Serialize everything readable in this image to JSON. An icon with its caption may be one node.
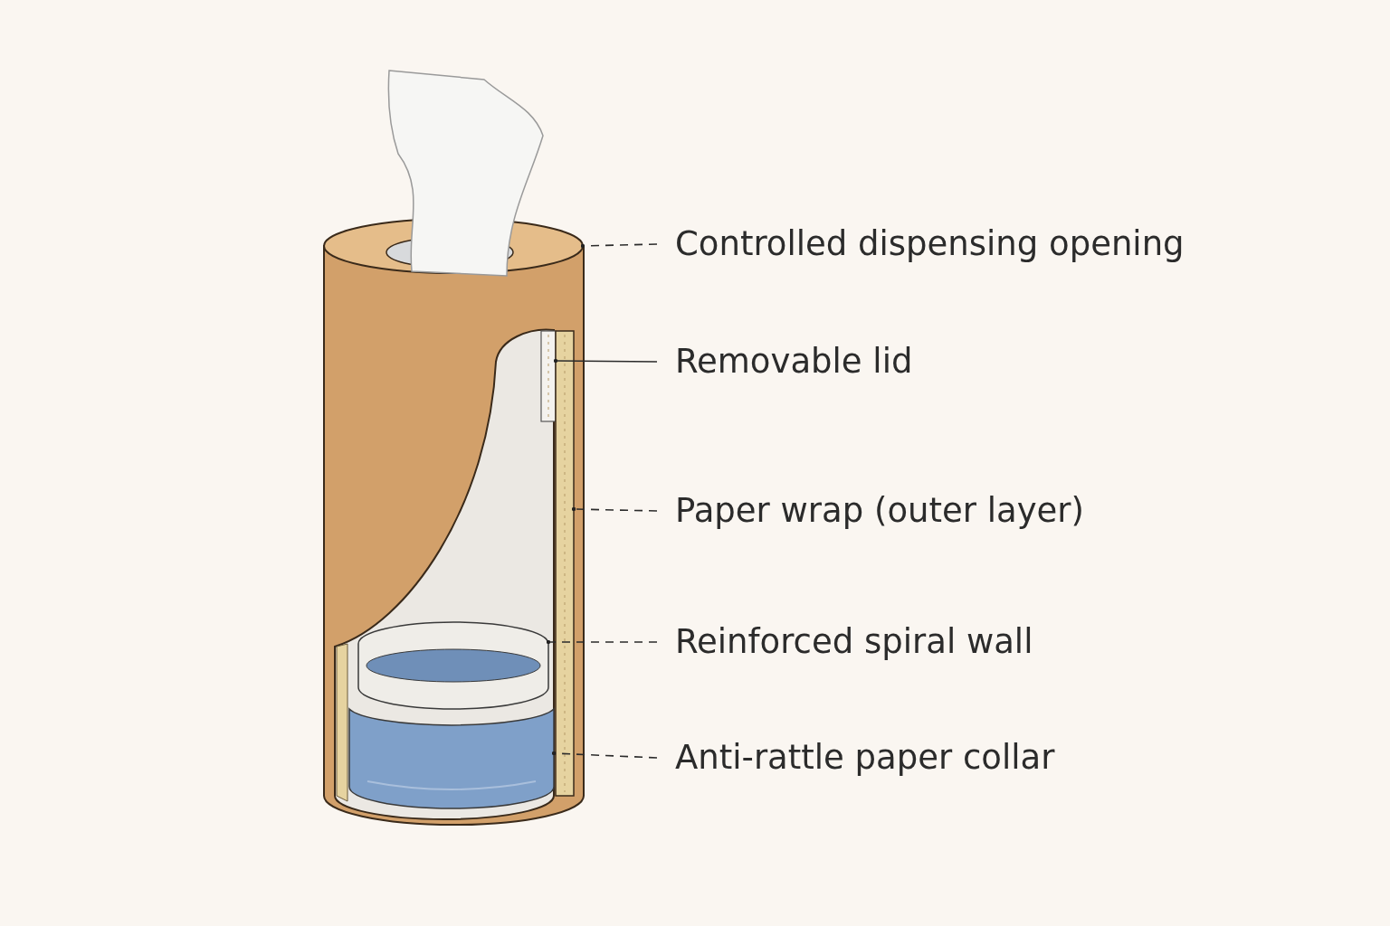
{
  "diagram": {
    "nodes": [
      {
        "text": [
          "Controlled dispensing opening"
        ]
      },
      {
        "text": [
          "Removable lid"
        ]
      },
      {
        "text": [
          "Paper wrap (outer layer)"
        ]
      },
      {
        "text": [
          "Reinforced spiral wall"
        ]
      },
      {
        "text": [
          "Anti-rattle paper collar"
        ]
      },
      {
        "text": [],
        "shape": "picture"
      },
      {
        "text": [],
        "shape": "bar"
      },
      {
        "text": [],
        "shape": "bar"
      },
      {
        "text": [],
        "shape": "picture"
      },
      {
        "text": [],
        "shape": "cylinder"
      }
    ],
    "edges": [
      {
        "from": 0,
        "to": 5,
        "arrow": "other",
        "style": "dashed"
      },
      {
        "from": 1,
        "to": 6,
        "arrow": "other"
      },
      {
        "from": 2,
        "to": 7,
        "arrow": "other",
        "style": "dashed"
      },
      {
        "from": 3,
        "to": 8,
        "arrow": "other",
        "style": "dashed"
      },
      {
        "from": 4,
        "to": 9,
        "arrow": "other",
        "style": "dashed"
      }
    ]
  }
}
